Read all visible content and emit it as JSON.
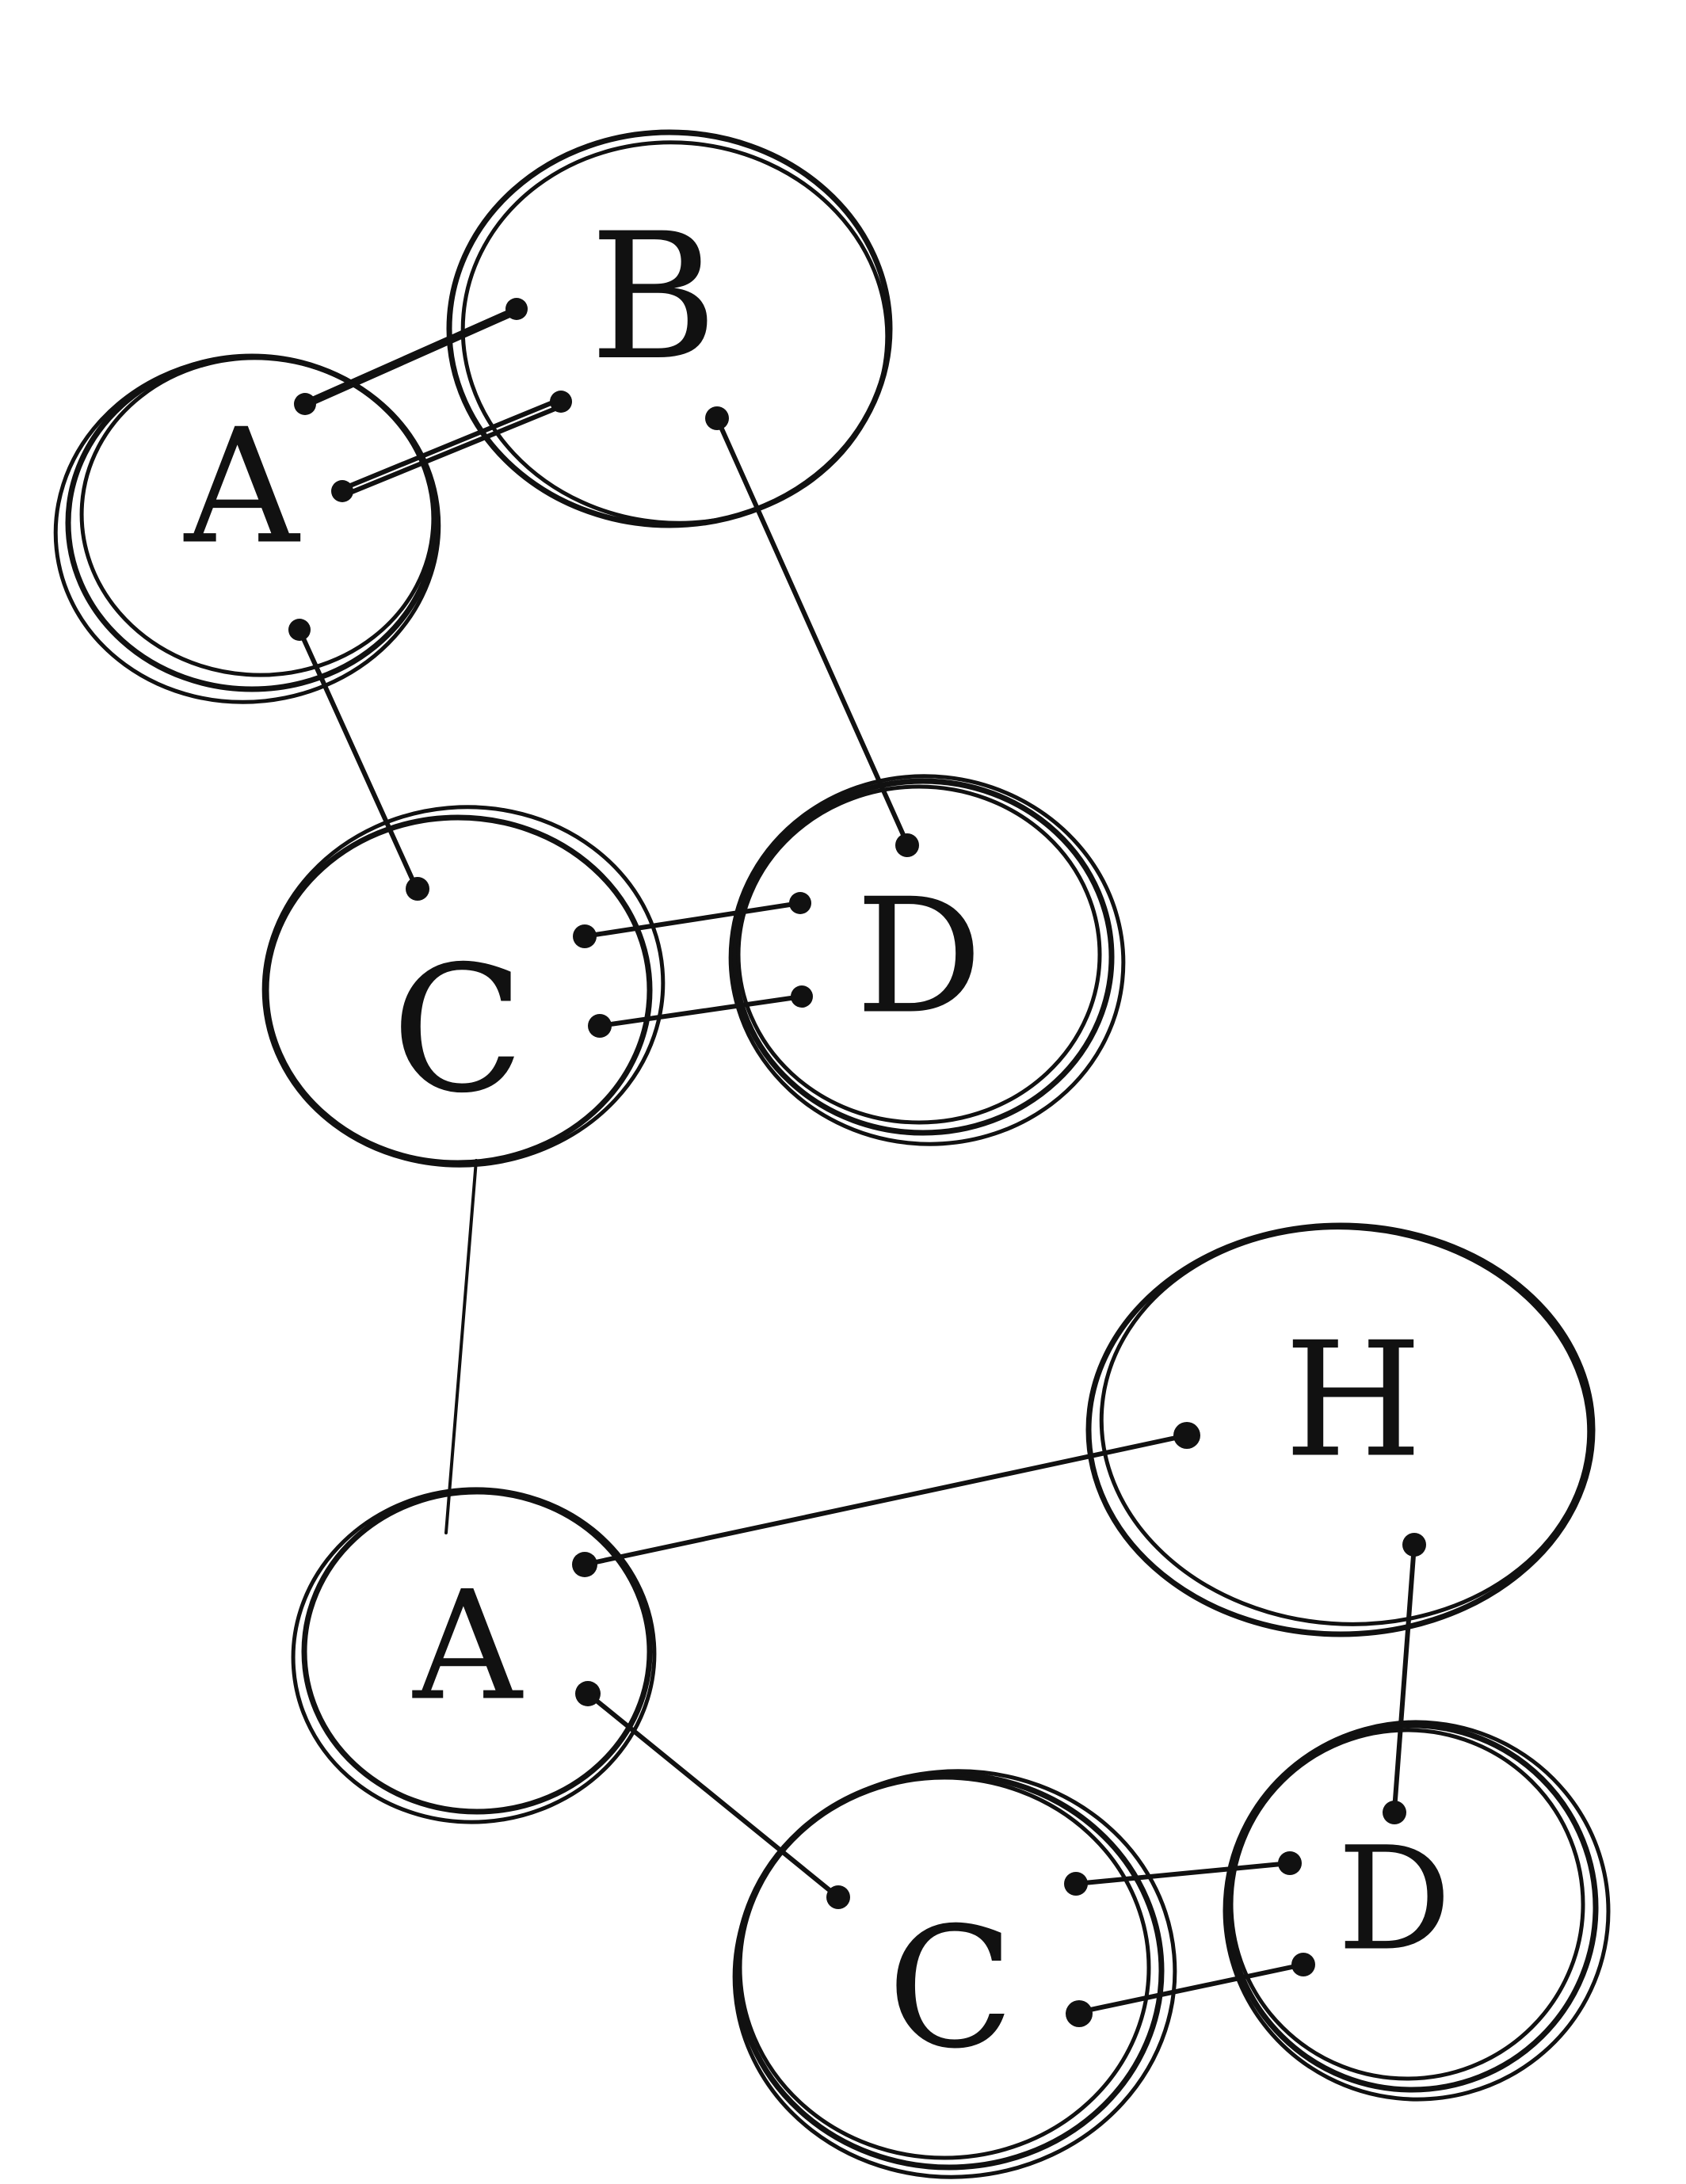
{
  "diagram": {
    "nodes": [
      {
        "id": "A1",
        "label": "A"
      },
      {
        "id": "B",
        "label": "B"
      },
      {
        "id": "C1",
        "label": "C"
      },
      {
        "id": "D1",
        "label": "D"
      },
      {
        "id": "A2",
        "label": "A"
      },
      {
        "id": "H",
        "label": "H"
      },
      {
        "id": "C2",
        "label": "C"
      },
      {
        "id": "D2",
        "label": "D"
      }
    ],
    "edges": [
      {
        "from": "A1",
        "to": "B"
      },
      {
        "from": "A1",
        "to": "B"
      },
      {
        "from": "A1",
        "to": "C1"
      },
      {
        "from": "B",
        "to": "D1"
      },
      {
        "from": "C1",
        "to": "D1"
      },
      {
        "from": "C1",
        "to": "D1"
      },
      {
        "from": "C1",
        "to": "A2"
      },
      {
        "from": "A2",
        "to": "H"
      },
      {
        "from": "A2",
        "to": "C2"
      },
      {
        "from": "H",
        "to": "D2"
      },
      {
        "from": "C2",
        "to": "D2"
      },
      {
        "from": "C2",
        "to": "D2"
      }
    ],
    "ink_color": "#111111"
  }
}
